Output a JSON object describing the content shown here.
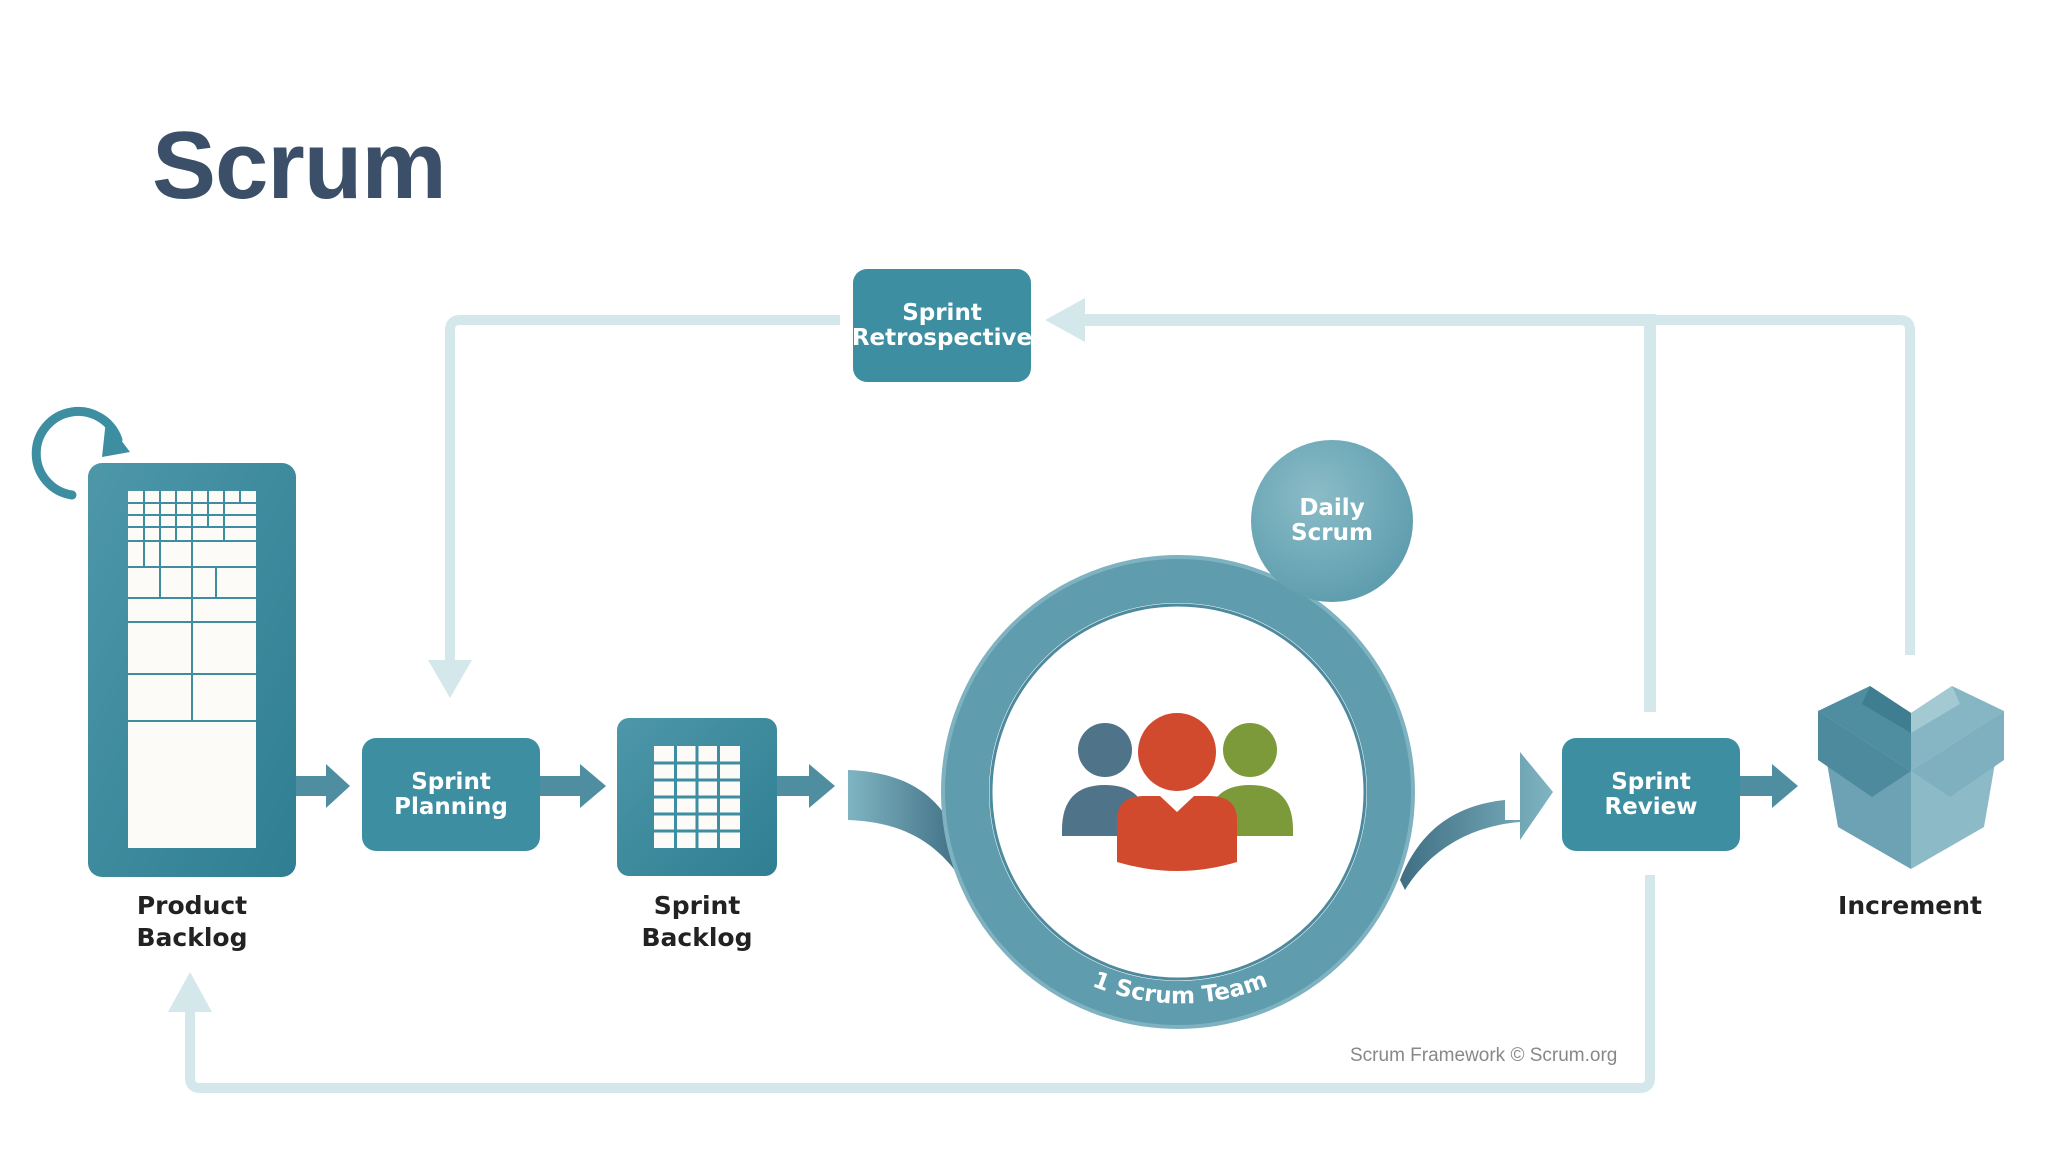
{
  "title": "Scrum",
  "nodes": {
    "product_backlog": [
      "Product",
      "Backlog"
    ],
    "sprint_planning": [
      "Sprint",
      "Planning"
    ],
    "sprint_backlog": [
      "Sprint",
      "Backlog"
    ],
    "sprint_retrospective": [
      "Sprint",
      "Retrospective"
    ],
    "daily_scrum": [
      "Daily",
      "Scrum"
    ],
    "scrum_team": "1 Scrum Team",
    "sprint_review": [
      "Sprint",
      "Review"
    ],
    "increment": "Increment"
  },
  "credit": "Scrum Framework © Scrum.org",
  "colors": {
    "title": "#3b5068",
    "teal": "#3d8ea1",
    "teal_light": "#6aa8b8",
    "loop_light": "#d4e8ec",
    "person_left": "#4f7389",
    "person_center": "#d24a2e",
    "person_right": "#7c9a3a"
  }
}
